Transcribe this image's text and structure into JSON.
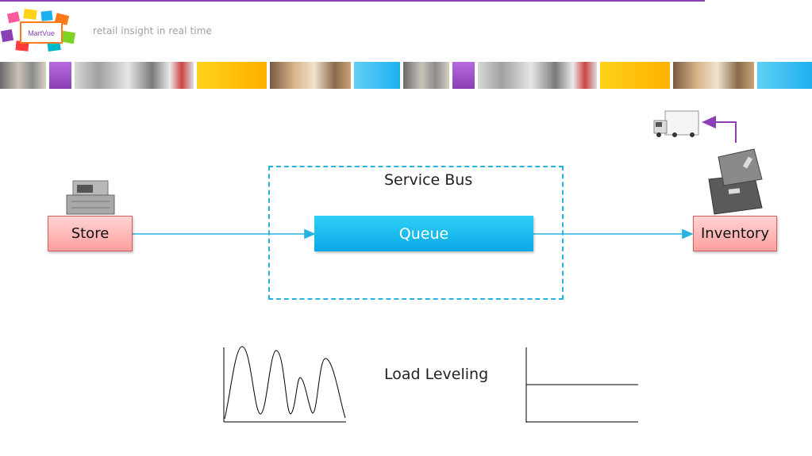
{
  "header": {
    "logo_text": "MartVue",
    "tagline": "retail insight in real time"
  },
  "diagram": {
    "store_label": "Store",
    "queue_label": "Queue",
    "service_bus_label": "Service Bus",
    "inventory_label": "Inventory",
    "load_leveling_label": "Load Leveling"
  },
  "colors": {
    "accent_purple": "#8a3fb5",
    "queue_blue": "#12b6ee",
    "node_red": "#ff9f9f",
    "connector_blue": "#27b3e0"
  }
}
